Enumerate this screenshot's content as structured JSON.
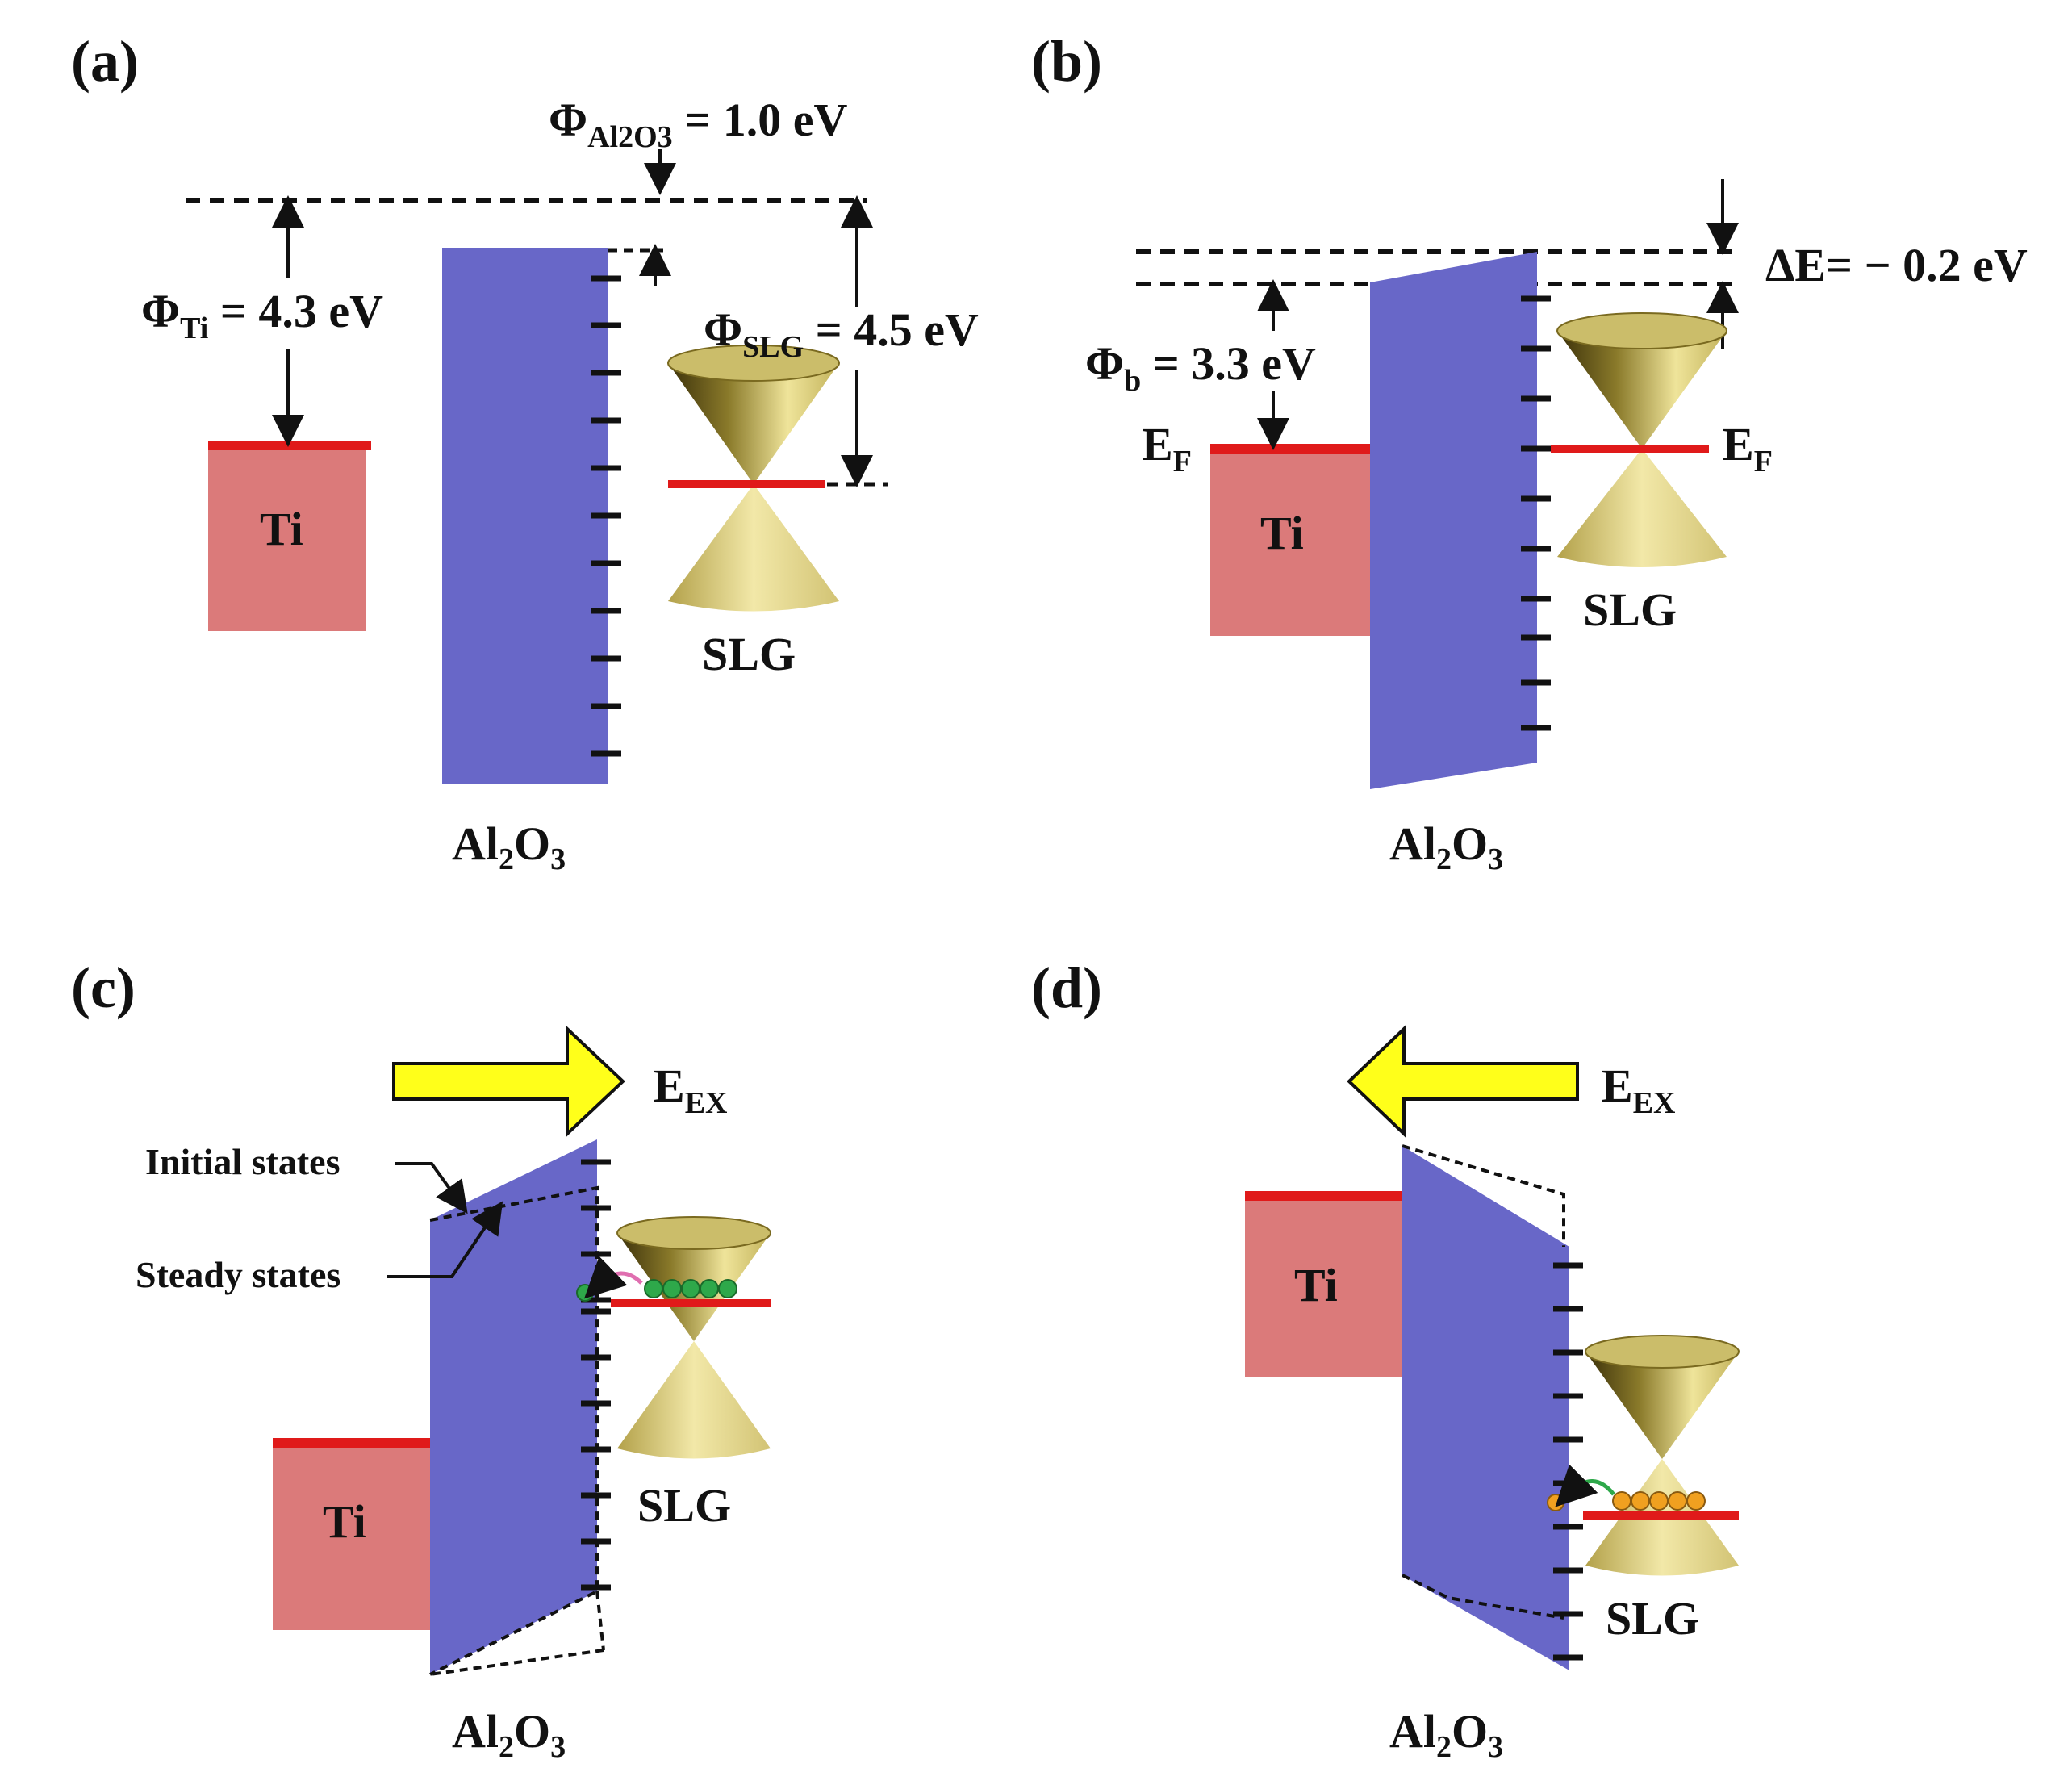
{
  "panels": {
    "a": {
      "label": "(a)",
      "phi_al2o3": {
        "sym": "Φ",
        "sub": "Al2O3",
        "rest": " = 1.0 eV"
      },
      "phi_ti": {
        "sym": "Φ",
        "sub": "Ti",
        "rest": " = 4.3 eV"
      },
      "phi_slg": {
        "sym": "Φ",
        "sub": "SLG",
        "rest": " = 4.5 eV"
      },
      "ti": "Ti",
      "slg": "SLG",
      "al2o3": {
        "a": "Al",
        "n1": "2",
        "b": "O",
        "n2": "3"
      }
    },
    "b": {
      "label": "(b)",
      "delta_e": "ΔE= − 0.2 eV",
      "phi_b": {
        "sym": "Φ",
        "sub": "b",
        "rest": " = 3.3 eV"
      },
      "ef_left": {
        "main": "E",
        "sub": "F"
      },
      "ef_right": {
        "main": "E",
        "sub": "F"
      },
      "ti": "Ti",
      "slg": "SLG",
      "al2o3": {
        "a": "Al",
        "n1": "2",
        "b": "O",
        "n2": "3"
      }
    },
    "c": {
      "label": "(c)",
      "eex": {
        "main": "E",
        "sub": "EX"
      },
      "initial_states": "Initial states",
      "steady_states": "Steady states",
      "ti": "Ti",
      "slg": "SLG",
      "al2o3": {
        "a": "Al",
        "n1": "2",
        "b": "O",
        "n2": "3"
      }
    },
    "d": {
      "label": "(d)",
      "eex": {
        "main": "E",
        "sub": "EX"
      },
      "ti": "Ti",
      "slg": "SLG",
      "al2o3": {
        "a": "Al",
        "n1": "2",
        "b": "O",
        "n2": "3"
      }
    }
  },
  "colors": {
    "oxide": "#6867c8",
    "metal": "#db7a7a",
    "fermi": "#e01a1a",
    "cone_dark": "#4a3f10",
    "cone_light": "#e6d98a",
    "arrow_field": "#ffff1a",
    "electron_green": "#2ea84a",
    "electron_orange": "#f0a020"
  }
}
